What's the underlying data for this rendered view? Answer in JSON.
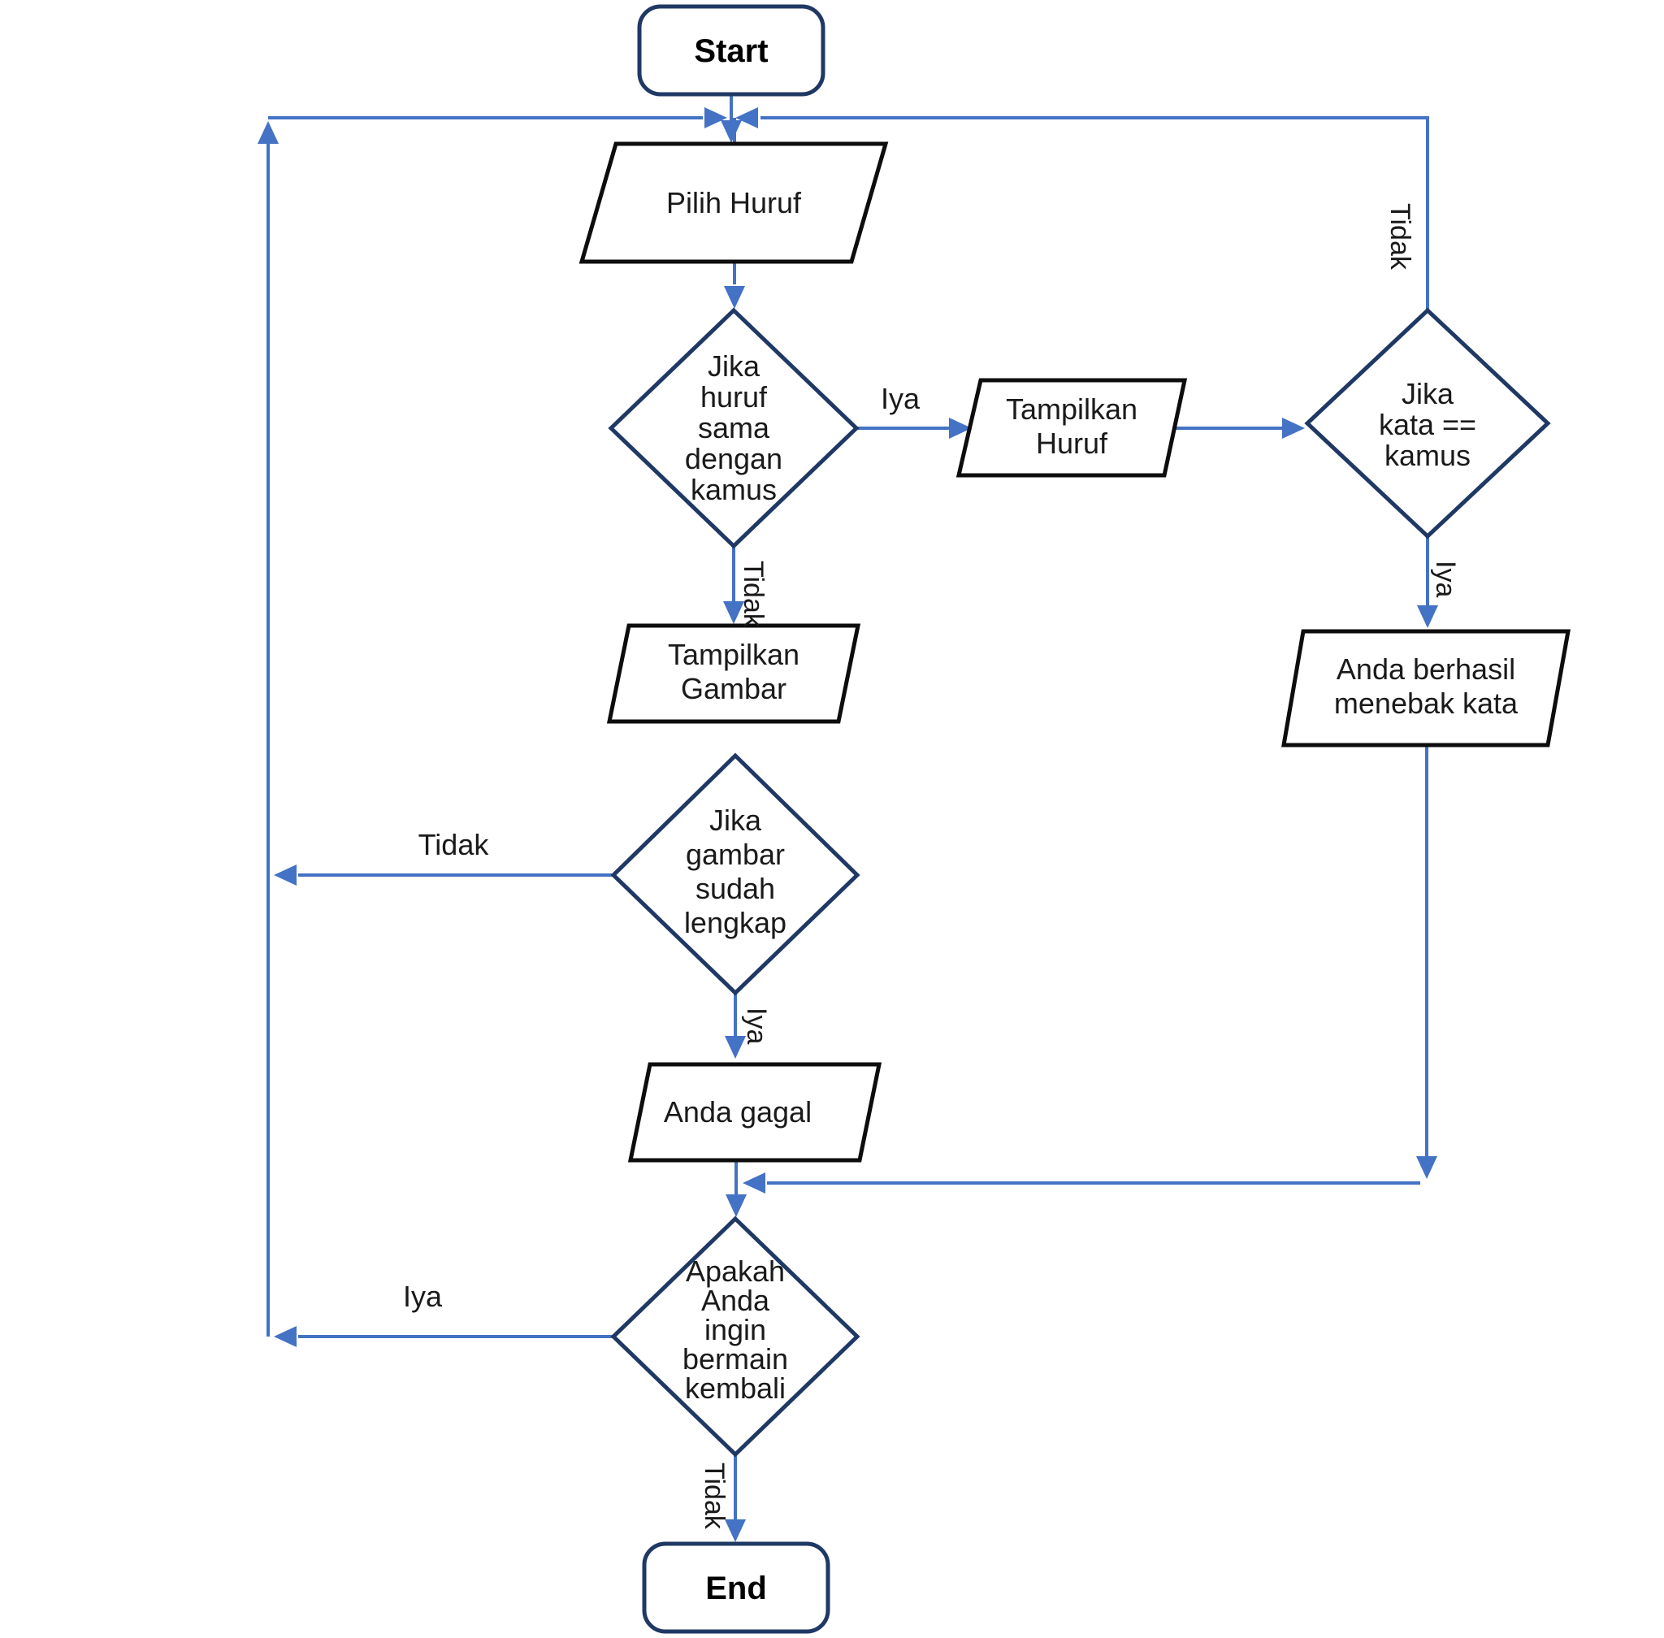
{
  "diagram": {
    "type": "flowchart",
    "background": "#ffffff",
    "colors": {
      "connector_blue": "#4472C4",
      "terminator_border": "#1F3864",
      "decision_border": "#1F3864",
      "io_border": "#0d0d0d",
      "text": "#1a1a1a"
    }
  },
  "nodes": {
    "start": {
      "label": "Start",
      "shape": "terminator"
    },
    "pilih_huruf": {
      "label": "Pilih Huruf",
      "shape": "parallelogram"
    },
    "d_huruf": {
      "shape": "decision",
      "lines": [
        "Jika",
        "huruf",
        "sama",
        "dengan",
        "kamus"
      ],
      "full_text": "Jika huruf sama dengan kamus"
    },
    "tampilkan_huruf": {
      "shape": "parallelogram",
      "lines": [
        "Tampilkan",
        "Huruf"
      ],
      "full_text": "Tampilkan Huruf"
    },
    "d_kata": {
      "shape": "decision",
      "lines": [
        "Jika",
        "kata ==",
        "kamus"
      ],
      "full_text": "Jika kata == kamus"
    },
    "berhasil": {
      "shape": "parallelogram",
      "lines": [
        "Anda berhasil",
        "menebak kata"
      ],
      "full_text": "Anda berhasil menebak kata"
    },
    "tampilkan_gambar": {
      "shape": "parallelogram",
      "lines": [
        "Tampilkan",
        "Gambar"
      ],
      "full_text": "Tampilkan Gambar"
    },
    "d_gambar": {
      "shape": "decision",
      "lines": [
        "Jika",
        "gambar",
        "sudah",
        "lengkap"
      ],
      "full_text": "Jika gambar sudah lengkap"
    },
    "gagal": {
      "label": "Anda gagal",
      "shape": "parallelogram"
    },
    "d_ulang": {
      "shape": "decision",
      "lines": [
        "Apakah",
        "Anda",
        "ingin",
        "bermain",
        "kembali"
      ],
      "full_text": "Apakah Anda ingin bermain kembali"
    },
    "end": {
      "label": "End",
      "shape": "terminator"
    }
  },
  "edge_labels": {
    "d_huruf_iya": "Iya",
    "d_huruf_tidak": "Tidak",
    "d_kata_tidak": "Tidak",
    "d_kata_iya": "Iya",
    "d_gambar_tidak": "Tidak",
    "d_gambar_iya": "Iya",
    "d_ulang_iya": "Iya",
    "d_ulang_tidak": "Tidak"
  }
}
